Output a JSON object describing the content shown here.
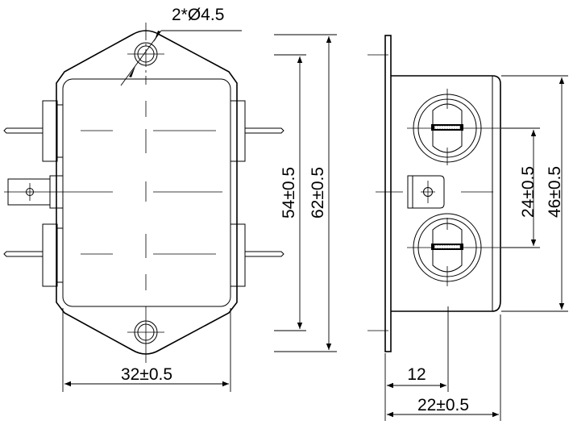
{
  "dimensions": {
    "hole_callout": "2*Ø4.5",
    "width_front": "32±0.5",
    "height_body": "54±0.5",
    "height_flange": "62±0.5",
    "depth_offset": "12",
    "depth_total": "22±0.5",
    "pitch_terminals": "24±0.5",
    "height_side": "46±0.5"
  }
}
